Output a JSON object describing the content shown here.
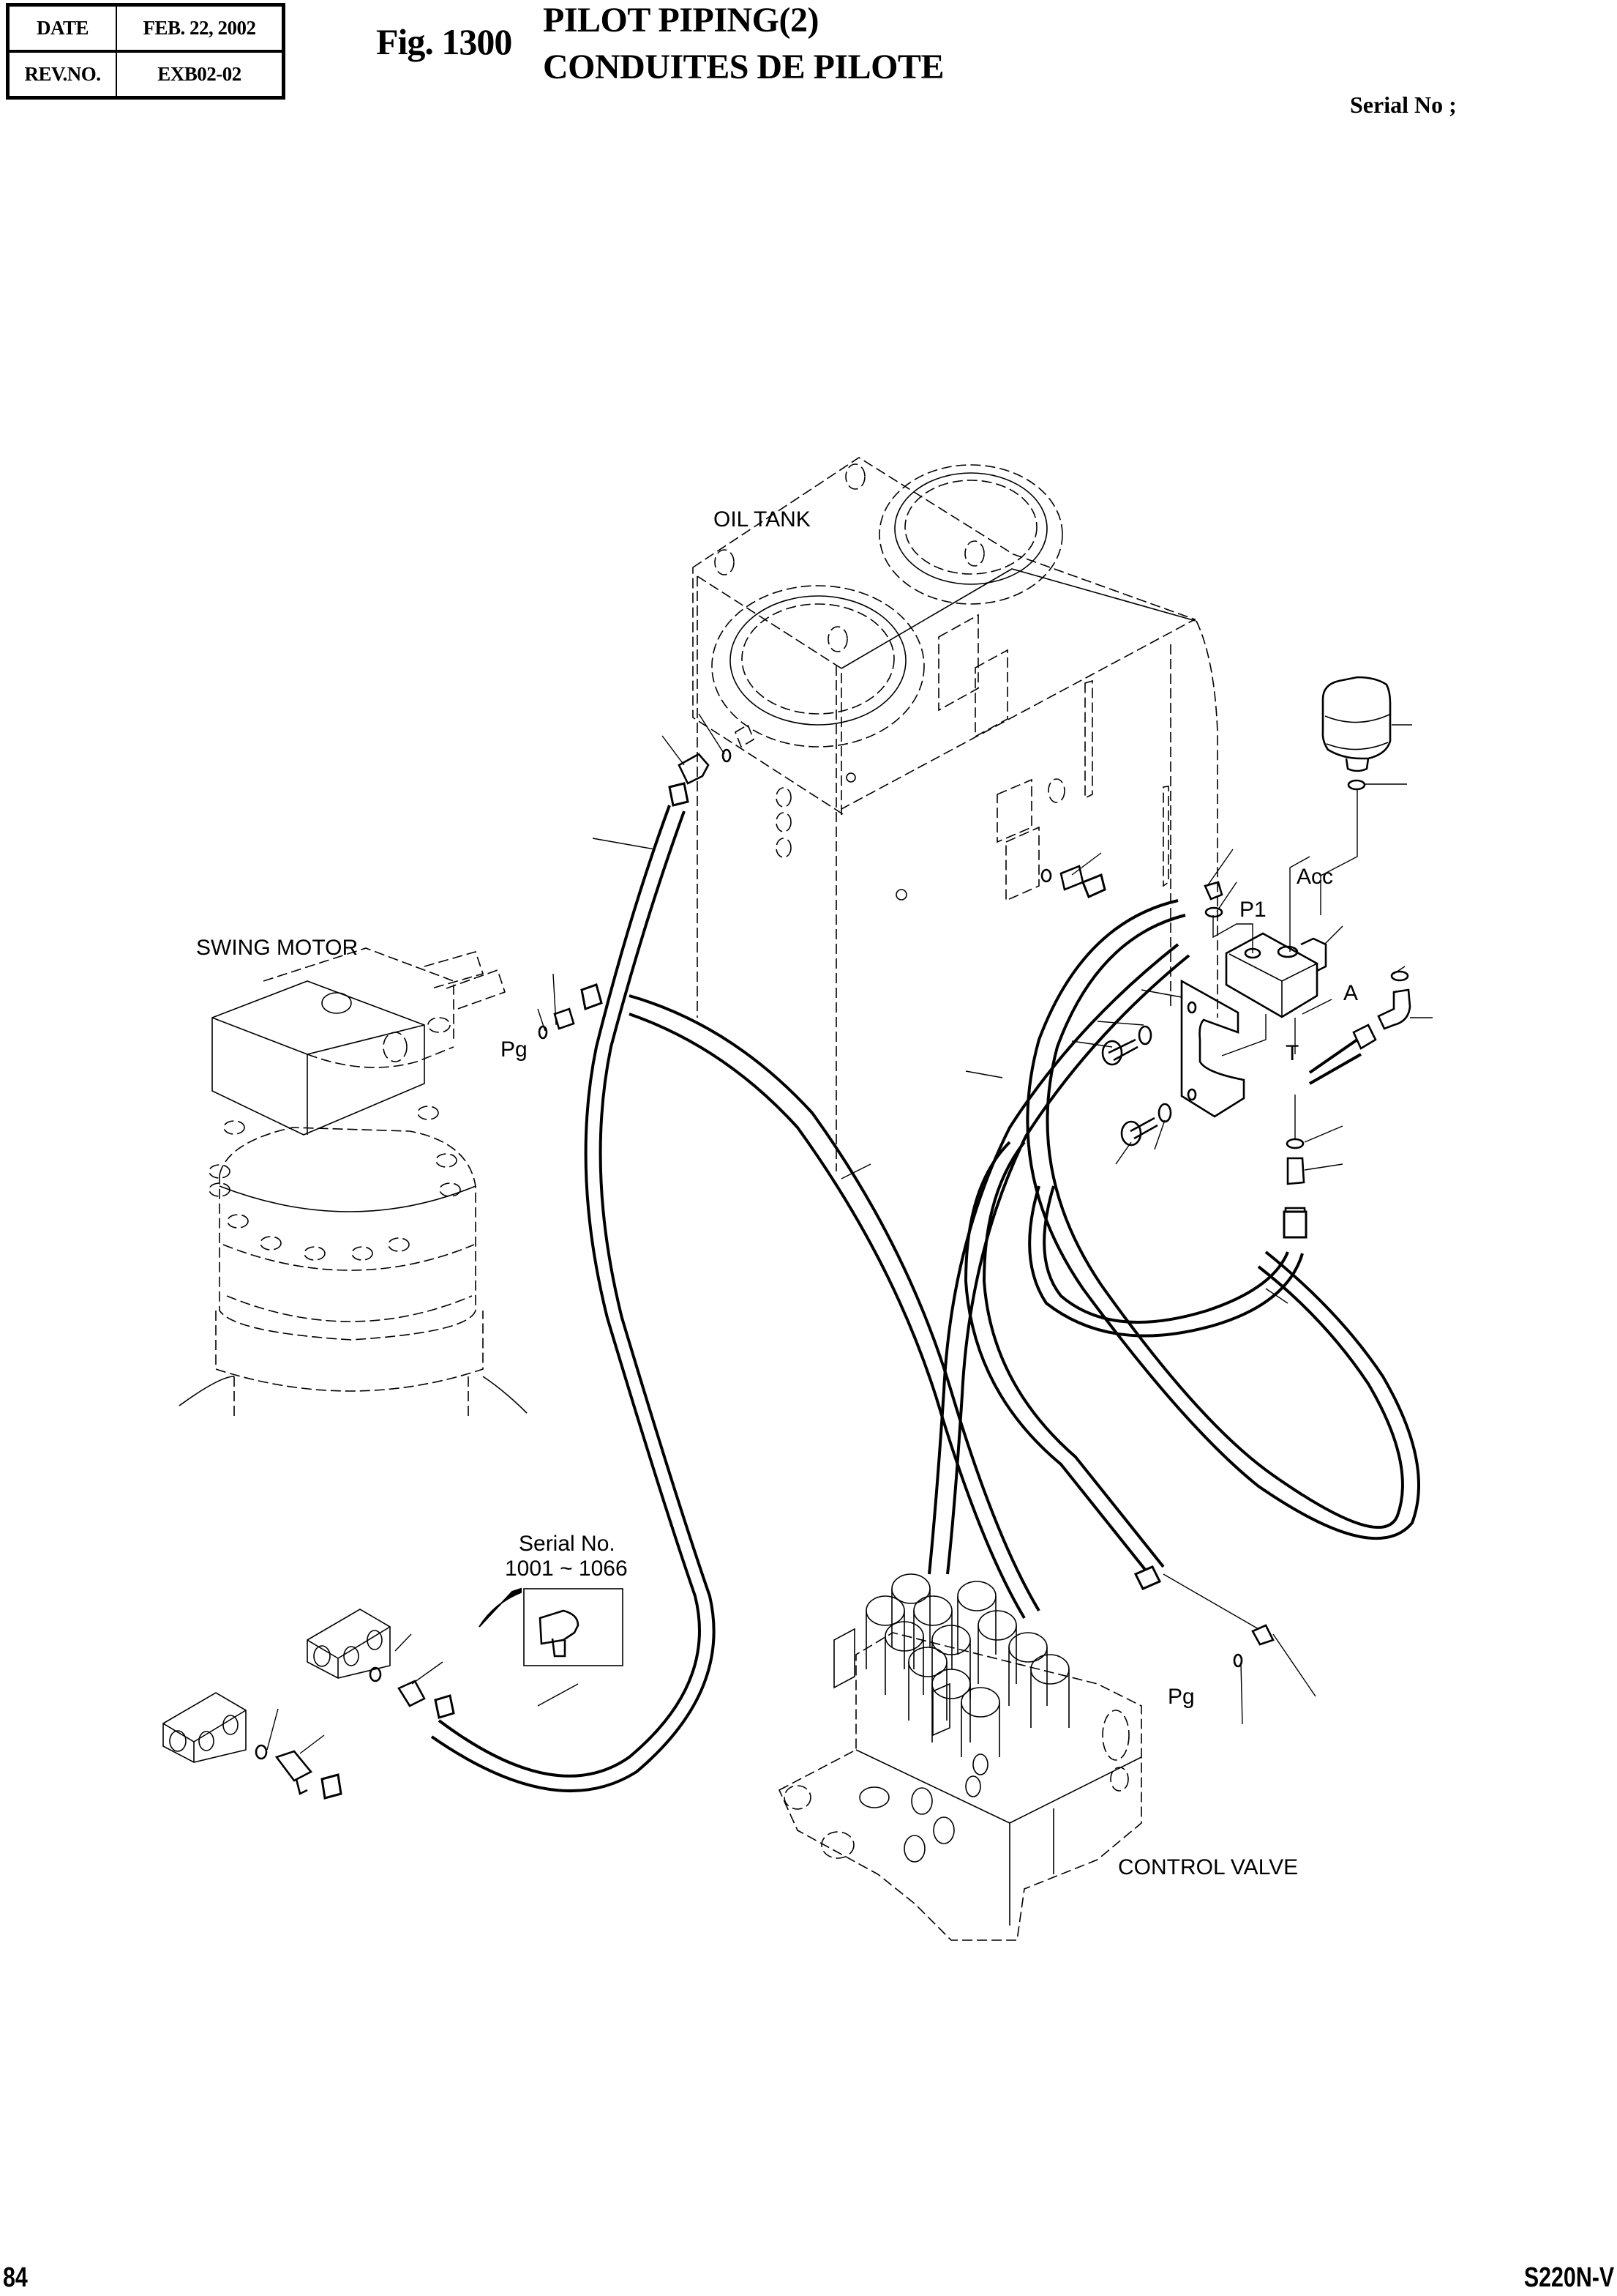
{
  "header": {
    "date_label": "DATE",
    "date_value": "FEB. 22, 2002",
    "rev_label": "REV.NO.",
    "rev_value": "EXB02-02",
    "figure_number": "Fig. 1300",
    "title_en": "PILOT PIPING(2)",
    "title_fr": "CONDUITES DE PILOTE",
    "serial_label": "Serial No ;"
  },
  "diagram": {
    "components": {
      "oil_tank": "OIL TANK",
      "swing_motor": "SWING MOTOR",
      "control_valve": "CONTROL VALVE"
    },
    "port_labels": {
      "acc": "Acc",
      "p1": "P1",
      "a": "A",
      "t": "T",
      "pg_swing": "Pg",
      "pg_valve": "Pg"
    },
    "serial_note": {
      "line1": "Serial No.",
      "line2": "1001 ~ 1066"
    }
  },
  "footer": {
    "page_number": "84",
    "model": "S220N-V"
  }
}
